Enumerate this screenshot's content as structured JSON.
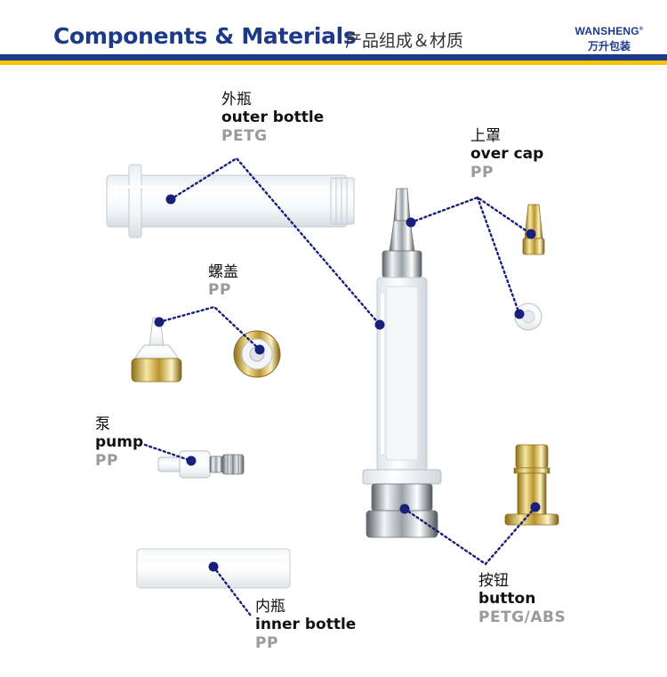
{
  "header": {
    "title_en": "Components & Materials",
    "title_cn": "产品组成＆材质",
    "brand_en": "WANSHENG",
    "brand_reg": "®",
    "brand_cn": "万升包装"
  },
  "colors": {
    "brand_blue": "#1d3a8a",
    "brand_yellow": "#f5c400",
    "dot": "#1a1f7a",
    "material_gray": "#9a9a9a"
  },
  "components": [
    {
      "cn": "外瓶",
      "en": "outer bottle",
      "material": "PETG"
    },
    {
      "cn": "上罩",
      "en": "over cap",
      "material": "PP"
    },
    {
      "cn": "螺盖",
      "en": "",
      "material": "PP"
    },
    {
      "cn": "泵",
      "en": "pump",
      "material": "PP"
    },
    {
      "cn": "内瓶",
      "en": "inner bottle",
      "material": "PP"
    },
    {
      "cn": "按钮",
      "en": "button",
      "material": "PETG/ABS"
    }
  ]
}
